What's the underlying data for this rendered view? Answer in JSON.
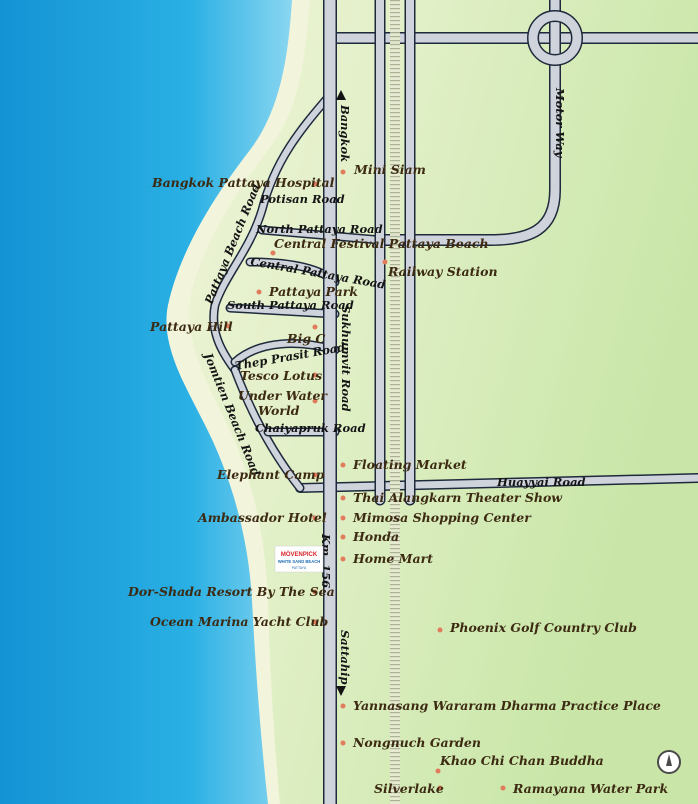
{
  "map": {
    "roads": {
      "sukhumvit": "Sukhumvit Road",
      "bangkok": "Bangkok",
      "sattahip": "Sattahip",
      "km156": "Km. 156",
      "motorway": "Motor Way",
      "huayyai": "Huayyai Road",
      "potisan": "Potisan Road",
      "north_pattaya": "North Pattaya Road",
      "central_pattaya": "Central Pattaya Road",
      "south_pattaya": "South Pattaya Road",
      "pattaya_beach": "Pattaya Beach Road",
      "jomtien_beach": "Jomtien Beach Road",
      "thep_prasit": "Thep Prasit Road",
      "chaiyapruk": "Chaiyapruk Road"
    },
    "places": {
      "mini_siam": "Mini Siam",
      "bangkok_pattaya_hospital": "Bangkok Pattaya Hospital",
      "central_festival": "Central Festival Pattaya Beach",
      "railway_station": "Railway Station",
      "pattaya_park": "Pattaya Park",
      "pattaya_hill": "Pattaya Hill",
      "big_c": "Big C",
      "tesco_lotus": "Tesco Lotus",
      "underwater_1": "Under Water",
      "underwater_2": "World",
      "floating_market": "Floating Market",
      "elephant_camp": "Elephant Camp",
      "thai_alangkarn": "Thai Alangkarn Theater Show",
      "mimosa": "Mimosa Shopping Center",
      "ambassador": "Ambassador Hotel",
      "honda": "Honda",
      "home_mart": "Home Mart",
      "dor_shada": "Dor-Shada Resort By The Sea",
      "ocean_marina": "Ocean Marina Yacht Club",
      "phoenix_golf": "Phoenix Golf Country Club",
      "yannasang": "Yannasang Wararam Dharma Practice Place",
      "nongnuch": "Nongnuch Garden",
      "khao_chi_chan": "Khao Chi Chan Buddha",
      "silverlake": "Silverlake",
      "ramayana": "Ramayana Water Park"
    },
    "logo": {
      "brand": "MÖVENPICK",
      "line2": "WHITE SAND BEACH",
      "line3": "PATTAYA"
    },
    "colors": {
      "sea_deep": "#1a9ed8",
      "sea_light": "#7fd0ee",
      "beach": "#eef2d6",
      "land": "#dceec0",
      "road": "#cfd3db",
      "road_edge": "#1e2a3c",
      "dot": "#e07c5c",
      "label": "#3c2a12",
      "logo_red": "#d8232a",
      "logo_blue": "#1f6cb4"
    },
    "compass_icon": "compass-icon"
  }
}
